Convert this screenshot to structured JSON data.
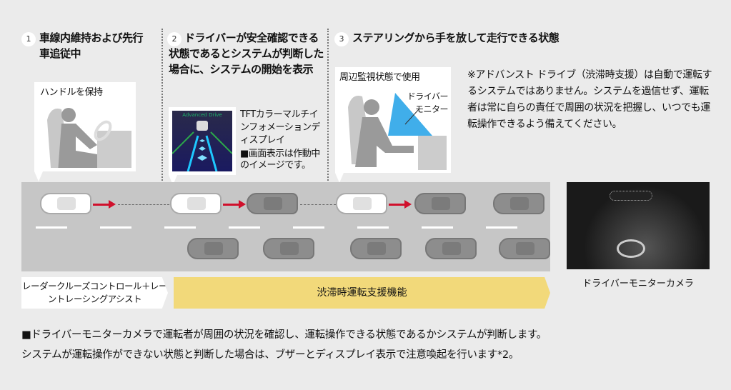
{
  "steps": [
    {
      "num": "1",
      "title": "車線内維持および先行車追従中",
      "panel": "ハンドルを保持"
    },
    {
      "num": "2",
      "title": "ドライバーが安全確認できる状態であるとシステムが判断した場合に、システムの開始を表示",
      "screen_label": "Advanced Drive",
      "display_caption": "TFTカラーマルチインフォメーションディスプレイ",
      "display_note": "■画面表示は作動中のイメージです。"
    },
    {
      "num": "3",
      "title": "ステアリングから手を放して走行できる状態",
      "panel": "周辺監視状態で使用",
      "monitor_label": "ドライバーモニター"
    }
  ],
  "notice": "※アドバンスト ドライブ（渋滞時支援）は自動で運転するシステムではありません。システムを過信せず、運転者は常に自らの責任で周囲の状況を把握し、いつでも運転操作できるよう備えてください。",
  "bars": {
    "left": "レーダークルーズコントロール＋レーントレーシングアシスト",
    "main": "渋滞時運転支援機能"
  },
  "camera_caption": "ドライバーモニターカメラ",
  "footer": [
    "■ドライバーモニターカメラで運転者が周囲の状況を確認し、運転操作できる状態であるかシステムが判断します。",
    "システムが運転操作ができない状態と判断した場合は、ブザーとディスプレイ表示で注意喚起を行います*2。"
  ],
  "colors": {
    "bg": "#ebebeb",
    "road": "#c6c6c6",
    "arrow": "#d0102c",
    "bar": "#f2d97a",
    "monitor": "#1ea0e6"
  }
}
